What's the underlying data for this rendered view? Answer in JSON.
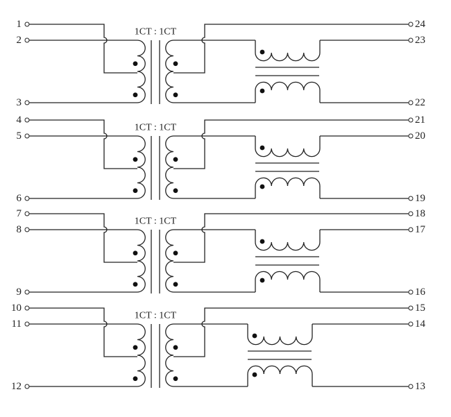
{
  "diagram": {
    "type": "schematic",
    "description": "Quad-channel LAN magnetics: 1CT:1CT isolation transformers with common-mode chokes",
    "colors": {
      "ink": "#222222",
      "background": "#ffffff"
    },
    "channels": [
      {
        "ratio_label": "1CT : 1CT",
        "left_pins": [
          "1",
          "2",
          "3"
        ],
        "right_pins": [
          "24",
          "23",
          "22"
        ],
        "components": [
          "transformer-1ct-1ct",
          "common-mode-choke"
        ]
      },
      {
        "ratio_label": "1CT : 1CT",
        "left_pins": [
          "4",
          "5",
          "6"
        ],
        "right_pins": [
          "21",
          "20",
          "19"
        ],
        "components": [
          "transformer-1ct-1ct",
          "common-mode-choke"
        ]
      },
      {
        "ratio_label": "1CT : 1CT",
        "left_pins": [
          "7",
          "8",
          "9"
        ],
        "right_pins": [
          "18",
          "17",
          "16"
        ],
        "components": [
          "transformer-1ct-1ct",
          "common-mode-choke"
        ]
      },
      {
        "ratio_label": "1CT : 1CT",
        "left_pins": [
          "10",
          "11",
          "12"
        ],
        "right_pins": [
          "15",
          "14",
          "13"
        ],
        "components": [
          "transformer-1ct-1ct",
          "common-mode-choke"
        ]
      }
    ]
  }
}
